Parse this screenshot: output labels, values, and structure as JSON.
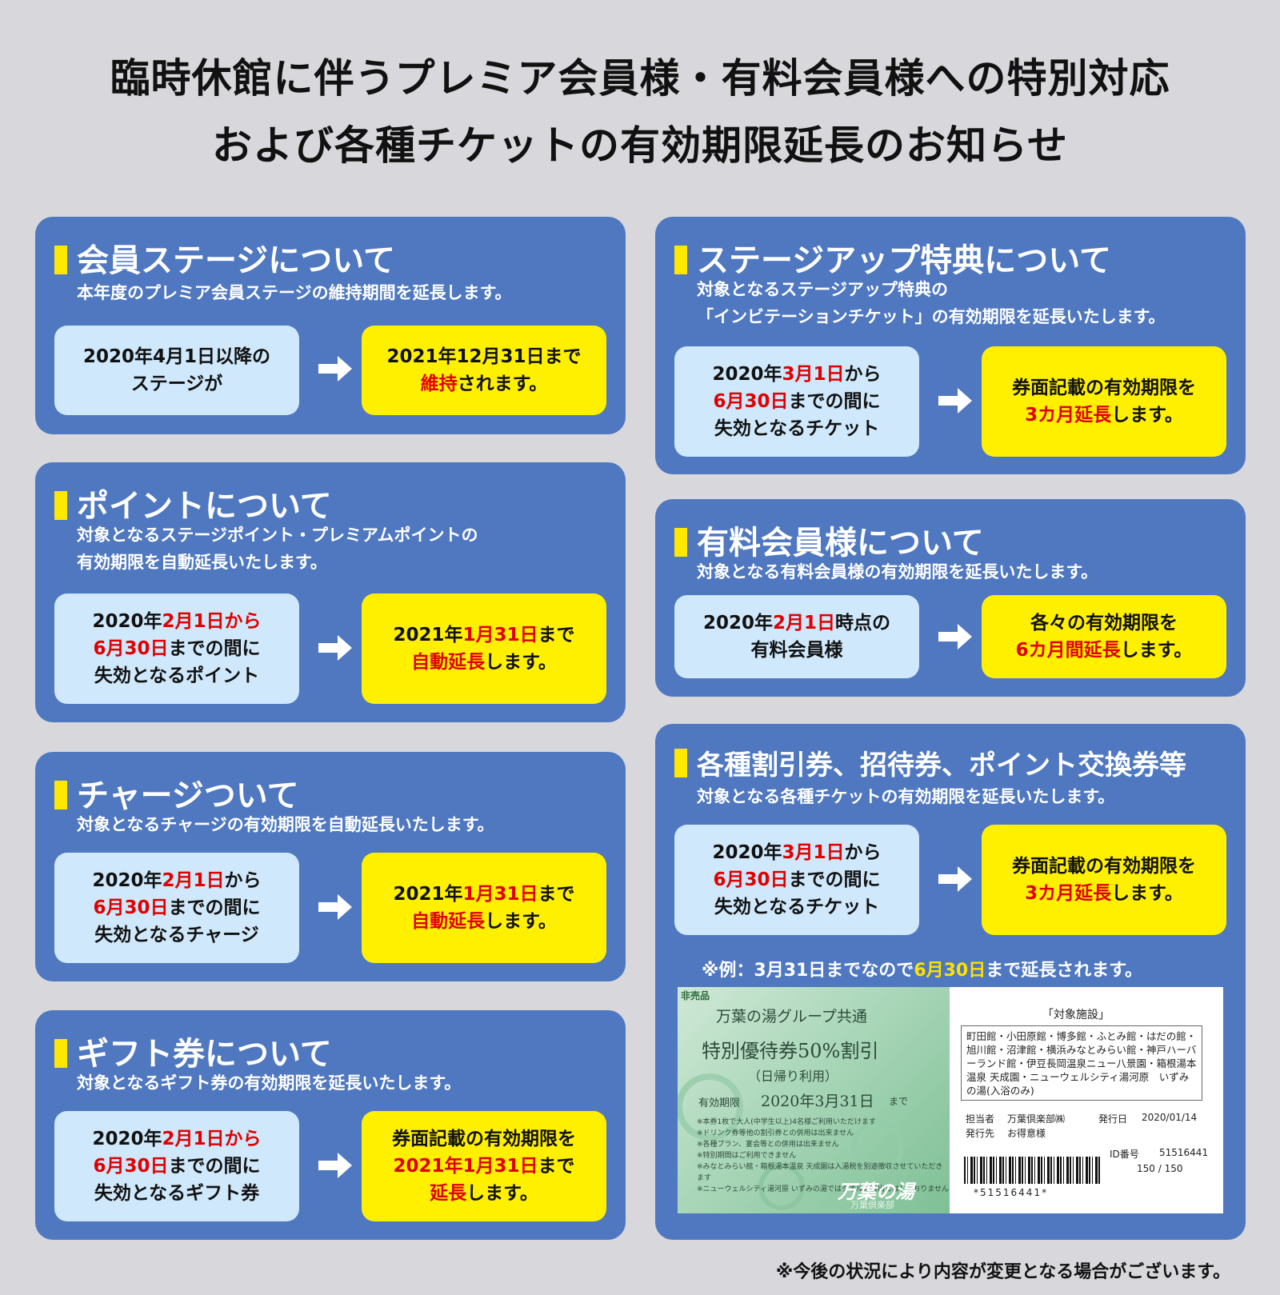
{
  "title_line1": "臨時休館に伴うプレミア会員様・有料会員様への特別対応",
  "title_line2": "および各種チケットの有効期限延長のお知らせ",
  "stage": {
    "heading": "会員ステージについて",
    "desc": "本年度のプレミア会員ステージの維持期間を延長します。",
    "left": [
      "2020年4月1日以降の",
      "ステージが"
    ],
    "right_l1": "2021年12月31日まで",
    "right_red": "維持",
    "right_tail": "されます。"
  },
  "point": {
    "heading": "ポイントについて",
    "desc1": "対象となるステージポイント・プレミアムポイントの",
    "desc2": "有効期限を自動延長いたします。",
    "l1a": "2020年",
    "l1b": "2月1日から",
    "l2a": "6月30日",
    "l2b": "までの間に",
    "l3": "失効となるポイント",
    "r1a": "2021年",
    "r1b": "1月31日",
    "r1c": "まで",
    "r2a": "自動延長",
    "r2b": "します。"
  },
  "charge": {
    "heading": "チャージついて",
    "desc": "対象となるチャージの有効期限を自動延長いたします。",
    "l1a": "2020年",
    "l1b": "2月1日",
    "l1c": "から",
    "l2a": "6月30日",
    "l2b": "までの間に",
    "l3": "失効となるチャージ",
    "r1a": "2021年",
    "r1b": "1月31日",
    "r1c": "まで",
    "r2a": "自動延長",
    "r2b": "します。"
  },
  "gift": {
    "heading": "ギフト券について",
    "desc": "対象となるギフト券の有効期限を延長いたします。",
    "l1a": "2020年",
    "l1b": "2月1日から",
    "l2a": "6月30日",
    "l2b": "までの間に",
    "l3": "失効となるギフト券",
    "r1": "券面記載の有効期限を",
    "r2a": "2021年1月31日",
    "r2b": "まで",
    "r3a": "延長",
    "r3b": "します。"
  },
  "stageup": {
    "heading": "ステージアップ特典について",
    "desc1": "対象となるステージアップ特典の",
    "desc2": "「インビテーションチケット」の有効期限を延長いたします。",
    "l1a": "2020年",
    "l1b": "3月1日",
    "l1c": "から",
    "l2a": "6月30日",
    "l2b": "までの間に",
    "l3": "失効となるチケット",
    "r1": "券面記載の有効期限を",
    "r2a": "3カ月延長",
    "r2b": "します。"
  },
  "paid": {
    "heading": "有料会員様について",
    "desc": "対象となる有料会員様の有効期限を延長いたします。",
    "l1a": "2020年",
    "l1b": "2月1日",
    "l1c": "時点の",
    "l2": "有料会員様",
    "r1": "各々の有効期限を",
    "r2a": "6カ月間延長",
    "r2b": "します。"
  },
  "tickets": {
    "heading": "各種割引券、招待券、ポイント交換券等",
    "desc": "対象となる各種チケットの有効期限を延長いたします。",
    "l1a": "2020年",
    "l1b": "3月1日",
    "l1c": "から",
    "l2a": "6月30日",
    "l2b": "までの間に",
    "l3": "失効となるチケット",
    "r1": "券面記載の有効期限を",
    "r2a": "3カ月延長",
    "r2b": "します。",
    "note_a": "※例：3月31日までなので",
    "note_b": "6月30日",
    "note_c": "まで延長されます。"
  },
  "ticket_image": {
    "nonsale": "非売品",
    "group": "万葉の湯グループ共通",
    "name": "特別優待券50%割引",
    "sub": "（日帰り利用）",
    "expiry_label": "有効期限",
    "expiry": "2020年3月31日",
    "made": "まで",
    "rules": [
      "※本券1枚で大人(中学生以上)4名様ご利用いただけます",
      "※ドリンク券等他の割引券との併用は出来ません",
      "※各種プラン、宴会等との併用は出来ません",
      "※特別期間はご利用できません",
      "※みなとみらい館・箱根湯本温泉 天成園は入湯税を別途徴収させていただきます",
      "※ニューウェルシティ湯河原 いずみの湯ではタオルの貸出しはしておりません"
    ],
    "logo": "万葉の湯",
    "club": "万葉倶楽部",
    "fac_title": "「対象施設」",
    "fac_text": "町田館・小田原館・博多館・ふとみ館・はだの館・旭川館・沼津館・横浜みなとみらい館・神戸ハーバーランド館・伊豆長岡温泉ニュー八景園・箱根湯本温泉 天成園・ニューウェルシティ湯河原　いずみの湯(入浴のみ)",
    "tanto_label": "担当者",
    "tanto": "万葉倶楽部㈱",
    "issue_label": "発行日",
    "issue": "2020/01/14",
    "dest_label": "発行先",
    "dest": "お得意様",
    "id_label": "ID番号",
    "id": "51516441",
    "count": "150 /  150",
    "barcode_text": "*51516441*"
  },
  "footer": "※今後の状況により内容が変更となる場合がございます。",
  "colors": {
    "panel": "#4f78c0",
    "light_box": "#cfe8fb",
    "yellow_box": "#fff000",
    "red": "#e00000",
    "bg": "#d8d8dc"
  }
}
